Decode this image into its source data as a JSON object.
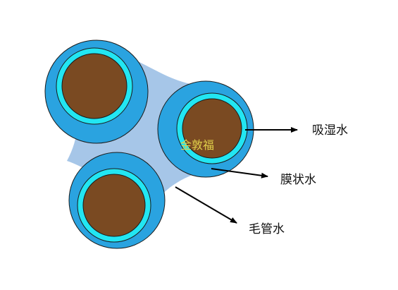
{
  "labels": {
    "hygroscopic_water": "吸湿水",
    "film_water": "膜状水",
    "capillary_water": "毛管水"
  },
  "watermark": "金敦福",
  "colors": {
    "soil_particle": "#7a4a22",
    "hygroscopic_layer": "#22e6f2",
    "film_layer": "#2aa3e0",
    "capillary_region": "#a6c6e8",
    "outline": "#1a1a1a",
    "arrow": "#000000",
    "watermark": "#e0d04a"
  },
  "icons": {
    "arrow": "arrow-right"
  }
}
